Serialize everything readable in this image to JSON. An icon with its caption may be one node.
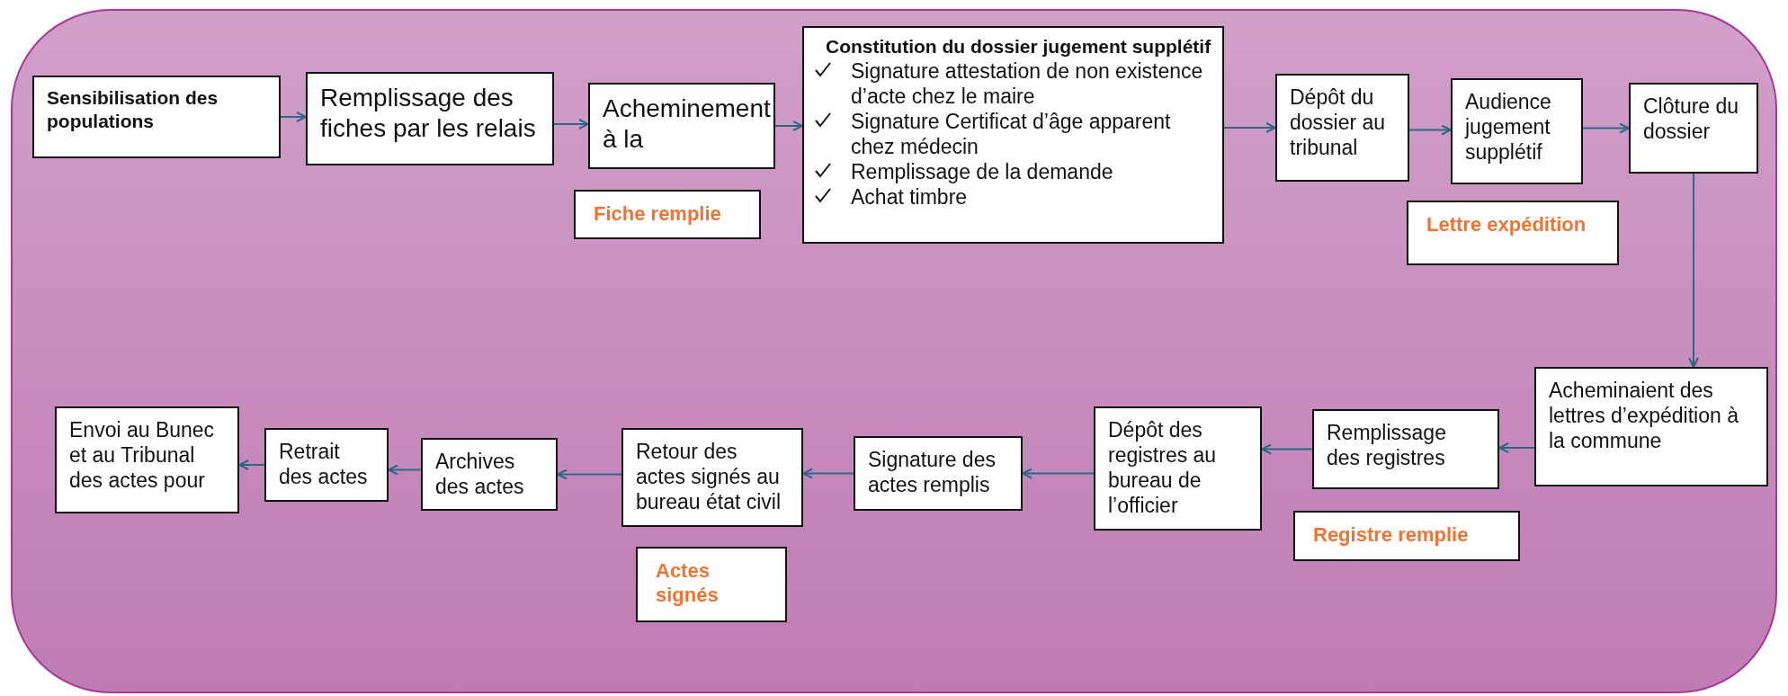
{
  "diagram": {
    "nodes": [
      {
        "text": [
          "Sensibilisation des populations"
        ]
      },
      {
        "text": [
          "Remplissage des fiches par les relais"
        ]
      },
      {
        "text": [
          "Acheminement à la"
        ]
      },
      {
        "text": [
          "Fiche remplie"
        ]
      },
      {
        "text": [
          "Constitution du dossier jugement supplétif",
          "Signature attestation de non existence d’acte chez le maire",
          "Signature Certificat d’âge apparent chez médecin",
          "Remplissage de la demande",
          "Achat timbre"
        ]
      },
      {
        "text": [
          "Dépôt du dossier au tribunal"
        ]
      },
      {
        "text": [
          "Audience jugement supplétif"
        ]
      },
      {
        "text": [
          "Clôture du dossier"
        ]
      },
      {
        "text": [
          "Lettre expédition"
        ]
      },
      {
        "text": [
          "Acheminaient des lettres d’expédition à la commune"
        ]
      },
      {
        "text": [
          "Remplissage des registres"
        ]
      },
      {
        "text": [
          "Registre remplie"
        ]
      },
      {
        "text": [
          "Dépôt des registres au bureau de l’officier"
        ]
      },
      {
        "text": [
          "Signature des actes remplis"
        ]
      },
      {
        "text": [
          "Retour des actes signés au bureau état civil"
        ]
      },
      {
        "text": [
          "Actes signés"
        ]
      },
      {
        "text": [
          "Archives des actes"
        ]
      },
      {
        "text": [
          "Retrait des actes"
        ]
      },
      {
        "text": [
          "Envoi au Bunec et au Tribunal des actes pour"
        ]
      }
    ],
    "edges": [
      {
        "from": 0,
        "to": 1,
        "arrow": "to"
      },
      {
        "from": 1,
        "to": 2,
        "arrow": "to"
      },
      {
        "from": 2,
        "to": 4,
        "arrow": "to"
      },
      {
        "from": 4,
        "to": 5,
        "arrow": "to"
      },
      {
        "from": 5,
        "to": 6,
        "arrow": "to"
      },
      {
        "from": 6,
        "to": 7,
        "arrow": "to"
      },
      {
        "from": 7,
        "to": 9,
        "arrow": "to"
      },
      {
        "from": 9,
        "to": 10,
        "arrow": "to"
      },
      {
        "from": 10,
        "to": 12,
        "arrow": "to"
      },
      {
        "from": 12,
        "to": 13,
        "arrow": "to"
      },
      {
        "from": 13,
        "to": 14,
        "arrow": "to"
      },
      {
        "from": 14,
        "to": 16,
        "arrow": "to"
      },
      {
        "from": 16,
        "to": 17,
        "arrow": "to"
      },
      {
        "from": 17,
        "to": 18,
        "arrow": "to"
      }
    ]
  }
}
